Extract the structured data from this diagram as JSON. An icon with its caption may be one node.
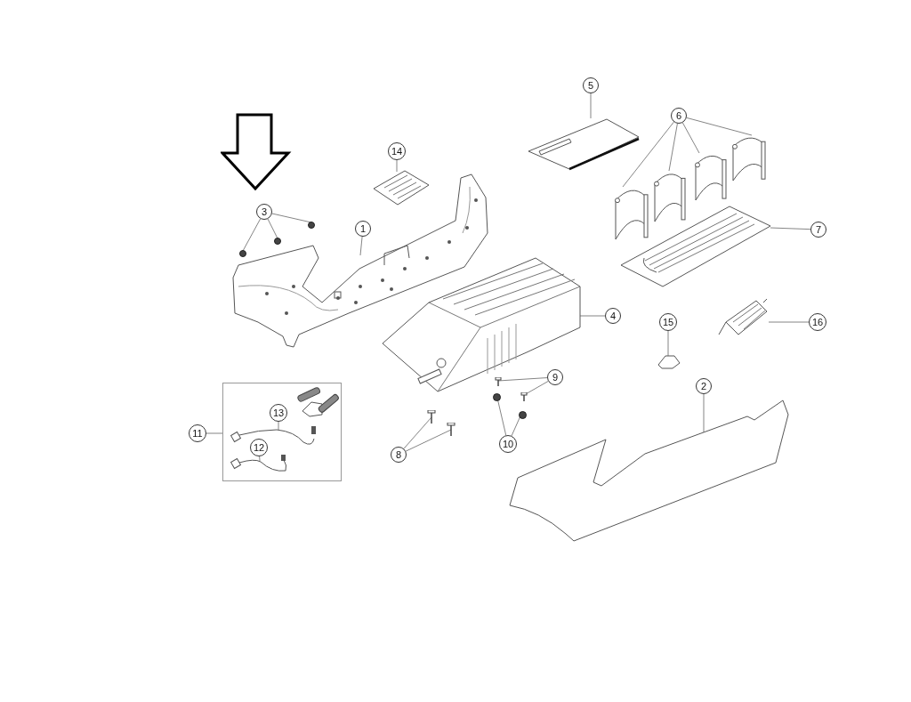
{
  "diagram": {
    "nodes": [
      {
        "text": [
          "5"
        ]
      },
      {
        "text": [
          "6"
        ]
      },
      {
        "text": [
          "14"
        ]
      },
      {
        "text": [
          "3"
        ]
      },
      {
        "text": [
          "1"
        ]
      },
      {
        "text": [
          "7"
        ]
      },
      {
        "text": [
          "4"
        ]
      },
      {
        "text": [
          "15"
        ]
      },
      {
        "text": [
          "16"
        ]
      },
      {
        "text": [
          "9"
        ]
      },
      {
        "text": [
          "2"
        ]
      },
      {
        "text": [],
        "shape": "box"
      },
      {
        "text": [
          "11"
        ]
      },
      {
        "text": [
          "13"
        ],
        "in": 11
      },
      {
        "text": [
          "12"
        ],
        "in": 11
      },
      {
        "text": [
          "8"
        ]
      },
      {
        "text": [
          "10"
        ]
      },
      {
        "text": [],
        "shape": "picture"
      },
      {
        "text": [],
        "shape": "picture"
      },
      {
        "text": [],
        "shape": "picture"
      },
      {
        "text": [],
        "shape": "picture"
      },
      {
        "text": [],
        "shape": "picture"
      },
      {
        "text": [],
        "shape": "picture"
      },
      {
        "text": [],
        "shape": "circle"
      },
      {
        "text": [],
        "shape": "circle"
      },
      {
        "text": [],
        "shape": "circle"
      },
      {
        "text": [],
        "shape": "picture"
      },
      {
        "text": [],
        "shape": "picture"
      },
      {
        "text": [],
        "shape": "picture"
      },
      {
        "text": [],
        "shape": "picture"
      },
      {
        "text": [],
        "shape": "picture"
      },
      {
        "text": [],
        "shape": "picture"
      },
      {
        "text": [],
        "shape": "picture"
      },
      {
        "text": [],
        "shape": "picture",
        "in": 11
      },
      {
        "text": [],
        "shape": "picture",
        "in": 11
      },
      {
        "text": [],
        "shape": "picture"
      },
      {
        "text": [],
        "shape": "picture"
      },
      {
        "text": [],
        "shape": "circle"
      },
      {
        "text": [],
        "shape": "circle"
      },
      {
        "text": [],
        "shape": "picture"
      }
    ],
    "edges": [
      {
        "from": 0,
        "to": 17,
        "arrow": "none"
      },
      {
        "from": 1,
        "to": 18,
        "arrow": "none"
      },
      {
        "from": 1,
        "to": 19,
        "arrow": "none"
      },
      {
        "from": 1,
        "to": 20,
        "arrow": "none"
      },
      {
        "from": 1,
        "to": 21,
        "arrow": "none"
      },
      {
        "from": 2,
        "to": 22,
        "arrow": "none"
      },
      {
        "from": 3,
        "to": 23,
        "arrow": "none"
      },
      {
        "from": 3,
        "to": 24,
        "arrow": "none"
      },
      {
        "from": 3,
        "to": 25,
        "arrow": "none"
      },
      {
        "from": 4,
        "to": 26,
        "arrow": "none"
      },
      {
        "from": 5,
        "to": 27,
        "arrow": "none"
      },
      {
        "from": 6,
        "to": 28,
        "arrow": "none"
      },
      {
        "from": 7,
        "to": 29,
        "arrow": "none"
      },
      {
        "from": 8,
        "to": 30,
        "arrow": "none"
      },
      {
        "from": 9,
        "to": 31,
        "arrow": "none"
      },
      {
        "from": 9,
        "to": 32,
        "arrow": "none"
      },
      {
        "from": 10,
        "to": 39,
        "arrow": "none"
      },
      {
        "from": 12,
        "to": 11,
        "arrow": "none"
      },
      {
        "from": 13,
        "to": 33,
        "arrow": "none"
      },
      {
        "from": 14,
        "to": 34,
        "arrow": "none"
      },
      {
        "from": 15,
        "to": 35,
        "arrow": "none"
      },
      {
        "from": 15,
        "to": 36,
        "arrow": "none"
      },
      {
        "from": 16,
        "to": 37,
        "arrow": "none"
      },
      {
        "from": 16,
        "to": 38,
        "arrow": "none"
      }
    ]
  }
}
